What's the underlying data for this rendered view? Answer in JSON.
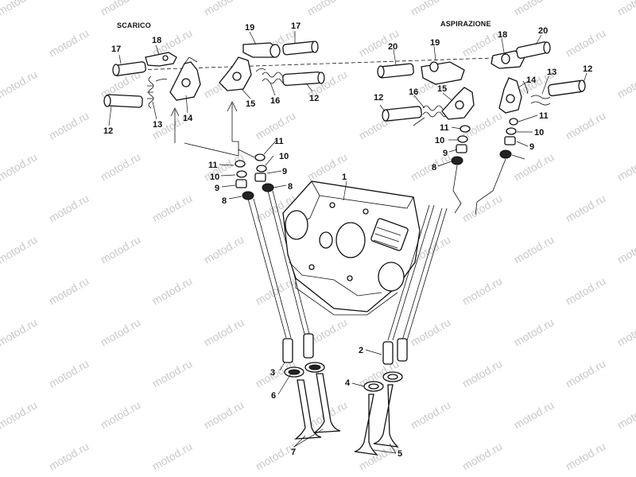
{
  "watermark": {
    "text": "motod.ru"
  },
  "headers": {
    "exhaust": "SCARICO",
    "intake": "ASPIRAZIONE"
  },
  "callouts": {
    "c1": "1",
    "c2": "2",
    "c3": "3",
    "c4": "4",
    "c5": "5",
    "c6": "6",
    "c7": "7",
    "e8a": "8",
    "e8b": "8",
    "i8": "8",
    "e9a": "9",
    "e9b": "9",
    "i9a": "9",
    "i9b": "9",
    "e10a": "10",
    "e10b": "10",
    "i10a": "10",
    "i10b": "10",
    "e11a": "11",
    "e11b": "11",
    "i11a": "11",
    "i11b": "11",
    "e12a": "12",
    "e12b": "12",
    "i12a": "12",
    "i12b": "12",
    "e13": "13",
    "i13": "13",
    "e14": "14",
    "i14": "14",
    "e15": "15",
    "i15": "15",
    "e16": "16",
    "i16": "16",
    "e17a": "17",
    "e17b": "17",
    "e18": "18",
    "i18": "18",
    "e19": "19",
    "i19": "19",
    "i20a": "20",
    "i20b": "20"
  },
  "colors": {
    "ink": "#111111",
    "watermark": "#c9c9c9",
    "paper": "#ffffff"
  }
}
